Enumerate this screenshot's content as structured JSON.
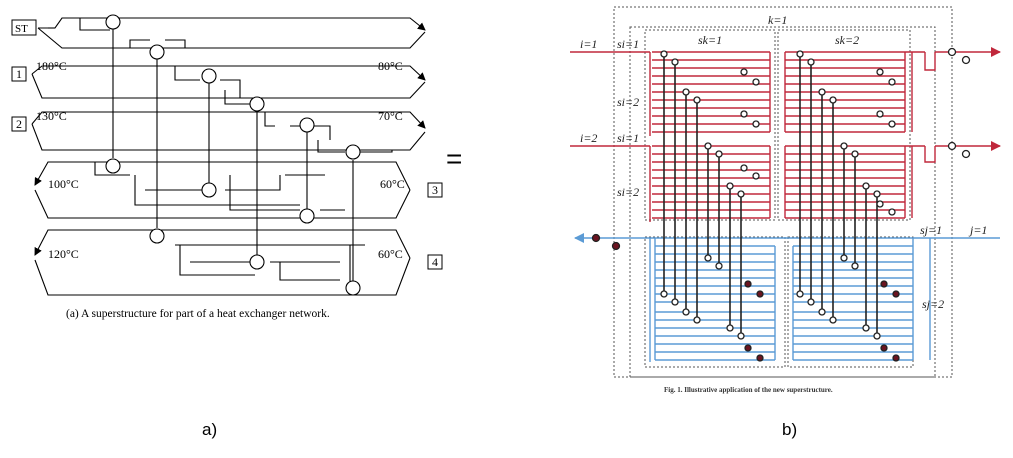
{
  "panel_a": {
    "caption": "(a) A superstructure for part of a heat exchanger network.",
    "sublabel": "a)",
    "boxes": {
      "st": "ST",
      "b1": "1",
      "b2": "2",
      "b3": "3",
      "b4": "4"
    },
    "temps": {
      "in1": "180°C",
      "out1": "80°C",
      "in2": "130°C",
      "out2": "70°C",
      "c1_out": "100°C",
      "c1_in": "60°C",
      "c2_out": "120°C",
      "c2_in": "60°C"
    }
  },
  "equals_sign": "=",
  "panel_b": {
    "caption": "Fig. 1. Illustrative application of the new superstructure.",
    "sublabel": "b)",
    "labels": {
      "k": "k=1",
      "i1": "i=1",
      "i2": "i=2",
      "si1_a": "si=1",
      "si2_a": "si=2",
      "si1_b": "si=1",
      "si2_b": "si=2",
      "sk1": "sk=1",
      "sk2": "sk=2",
      "sj1": "sj=1",
      "sj2": "sj=2",
      "j1": "j=1"
    },
    "colors": {
      "hot": "#c0283c",
      "cold": "#5b9bd5",
      "exchanger": "#222222",
      "dot_cold": "#6b1420"
    }
  }
}
